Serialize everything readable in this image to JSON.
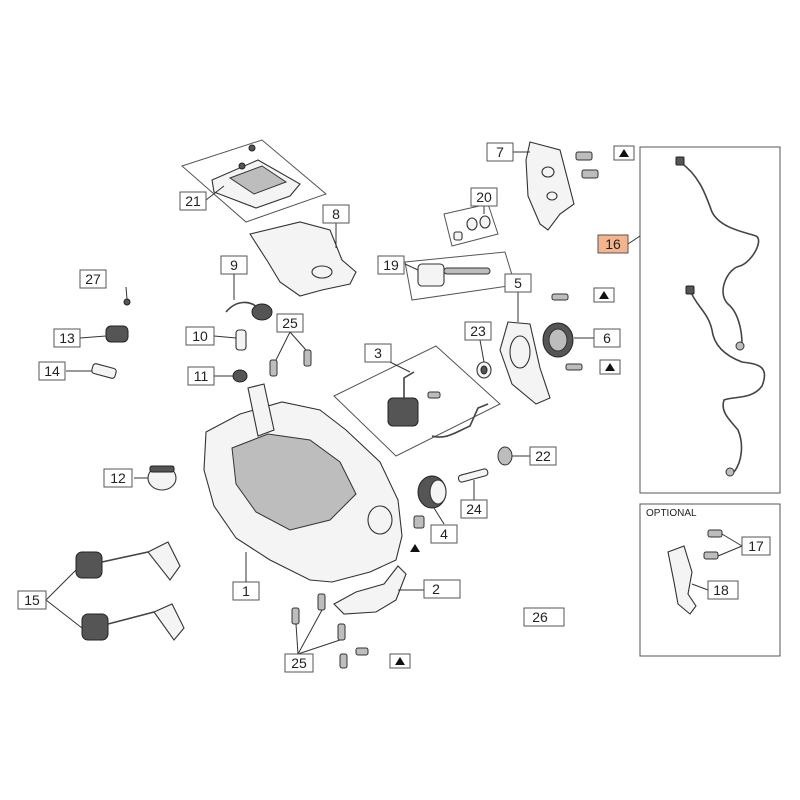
{
  "optional_panel": {
    "title": "OPTIONAL"
  },
  "labels": {
    "l1": "1",
    "l2": "2",
    "l3": "3",
    "l4": "4",
    "l5": "5",
    "l6": "6",
    "l7": "7",
    "l8": "8",
    "l9": "9",
    "l10": "10",
    "l11": "11",
    "l12": "12",
    "l13": "13",
    "l14": "14",
    "l15": "15",
    "l16": "16",
    "l17": "17",
    "l18": "18",
    "l19": "19",
    "l20": "20",
    "l21": "21",
    "l22": "22",
    "l23": "23",
    "l24": "24",
    "l25a": "25",
    "l25b": "25",
    "l26": "26",
    "l27": "27"
  },
  "highlight": {
    "part": "16",
    "color": "#f5b48c"
  }
}
